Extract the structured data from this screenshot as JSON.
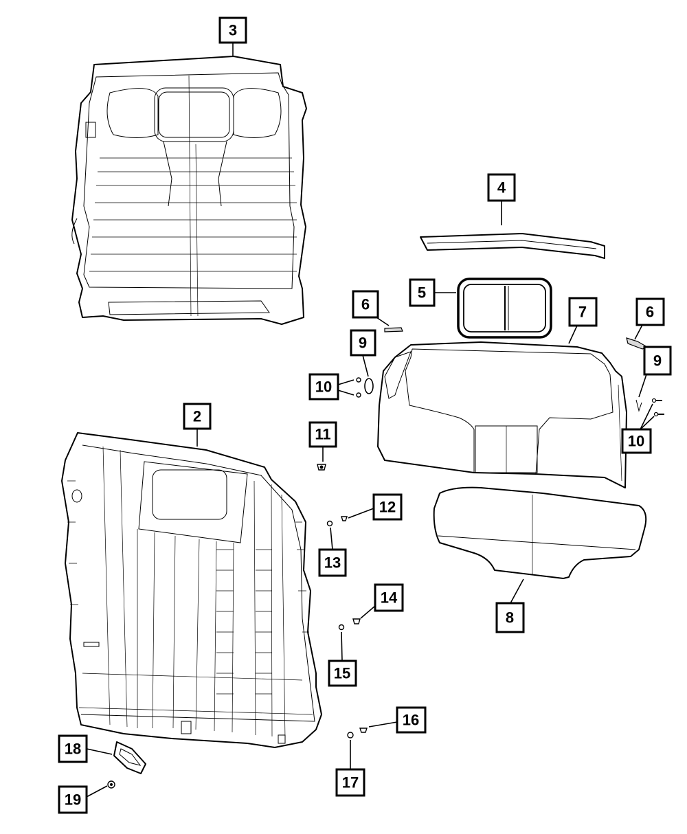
{
  "diagram": {
    "callouts": [
      {
        "id": "c3",
        "label": "3"
      },
      {
        "id": "c4",
        "label": "4"
      },
      {
        "id": "c5",
        "label": "5"
      },
      {
        "id": "c6a",
        "label": "6"
      },
      {
        "id": "c7",
        "label": "7"
      },
      {
        "id": "c6b",
        "label": "6"
      },
      {
        "id": "c9a",
        "label": "9"
      },
      {
        "id": "c9b",
        "label": "9"
      },
      {
        "id": "c10a",
        "label": "10"
      },
      {
        "id": "c10b",
        "label": "10"
      },
      {
        "id": "c2",
        "label": "2"
      },
      {
        "id": "c11",
        "label": "11"
      },
      {
        "id": "c12",
        "label": "12"
      },
      {
        "id": "c13",
        "label": "13"
      },
      {
        "id": "c8",
        "label": "8"
      },
      {
        "id": "c14",
        "label": "14"
      },
      {
        "id": "c15",
        "label": "15"
      },
      {
        "id": "c16",
        "label": "16"
      },
      {
        "id": "c17",
        "label": "17"
      },
      {
        "id": "c18",
        "label": "18"
      },
      {
        "id": "c19",
        "label": "19"
      }
    ]
  },
  "colors": {
    "line": "#000000",
    "background": "#ffffff",
    "shade": "#d9d9d9"
  }
}
